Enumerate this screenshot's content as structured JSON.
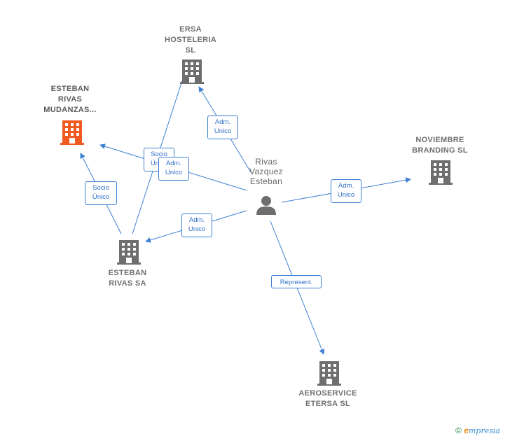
{
  "nodes": {
    "esteban_rivas_mudanzas": {
      "label": "ESTEBAN\nRIVAS\nMUDANZAS...",
      "icon": "building-icon",
      "color": "#f05a22"
    },
    "ersa_hosteleria": {
      "label": "ERSA\nHOSTELERIA\nSL",
      "icon": "building-icon",
      "color": "#6e6e6e"
    },
    "noviembre_branding": {
      "label": "NOVIEMBRE\nBRANDING SL",
      "icon": "building-icon",
      "color": "#6e6e6e"
    },
    "rivas_vazquez_esteban": {
      "label": "Rivas\nVazquez\nEsteban",
      "icon": "person-icon",
      "color": "#6e6e6e"
    },
    "esteban_rivas_sa": {
      "label": "ESTEBAN\nRIVAS SA",
      "icon": "building-icon",
      "color": "#6e6e6e"
    },
    "aeroservice_etersa": {
      "label": "AEROSERVICE\nETERSA SL",
      "icon": "building-icon",
      "color": "#6e6e6e"
    }
  },
  "edges": {
    "person_to_ersa": "Adm.\nUnico",
    "person_to_mudanzas_socio": "Socio\nÚnico",
    "person_to_mudanzas_adm": "Adm.\nUnico",
    "person_to_noviembre": "Adm.\nUnico",
    "person_to_esteban_sa": "Adm.\nUnico",
    "sa_to_mudanzas": "Socio\nÚnico",
    "person_to_aeroservice": "Represent."
  },
  "colors": {
    "edge": "#3d7fd1",
    "accent": "#f05a22",
    "icon": "#6e6e6e"
  },
  "footer": {
    "copyright": "©",
    "brand_initial": "e",
    "brand_rest": "mpresia"
  }
}
